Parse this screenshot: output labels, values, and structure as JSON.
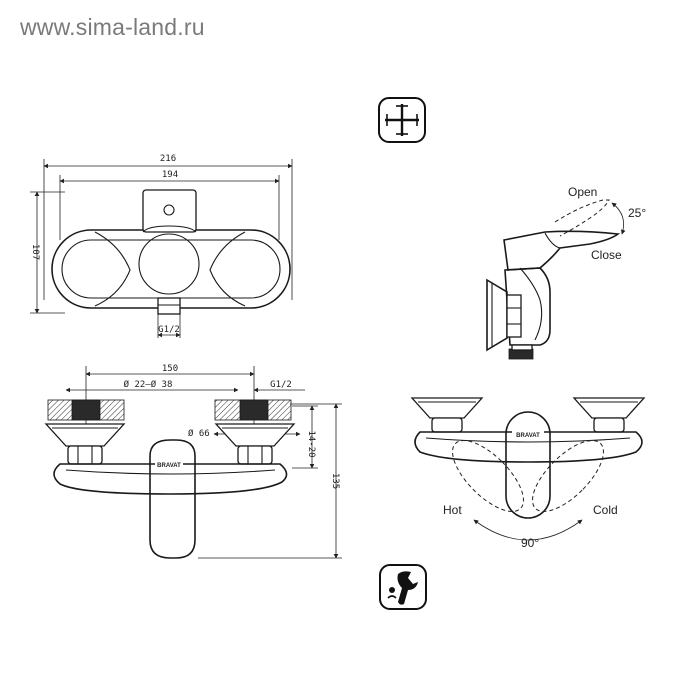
{
  "watermark": "www.sima-land.ru",
  "top_view": {
    "dim_overall": "216",
    "dim_inner": "194",
    "dim_height": "107",
    "thread": "G1/2"
  },
  "front_view": {
    "dim_spacing": "150",
    "dim_pipe": "Ø 22–Ø 38",
    "dim_flange": "Ø 66",
    "thread": "G1/2",
    "dim_eccentric": "14-20",
    "dim_total_height": "135",
    "brand": "BRAVAT"
  },
  "side_view": {
    "open_label": "Open",
    "close_label": "Close",
    "angle_label": "25°"
  },
  "rotation_view": {
    "hot_label": "Hot",
    "cold_label": "Cold",
    "angle_label": "90°",
    "brand": "BRAVAT"
  },
  "icons": {
    "top": "crosshair-mount-icon",
    "bottom": "wrench-install-icon"
  }
}
